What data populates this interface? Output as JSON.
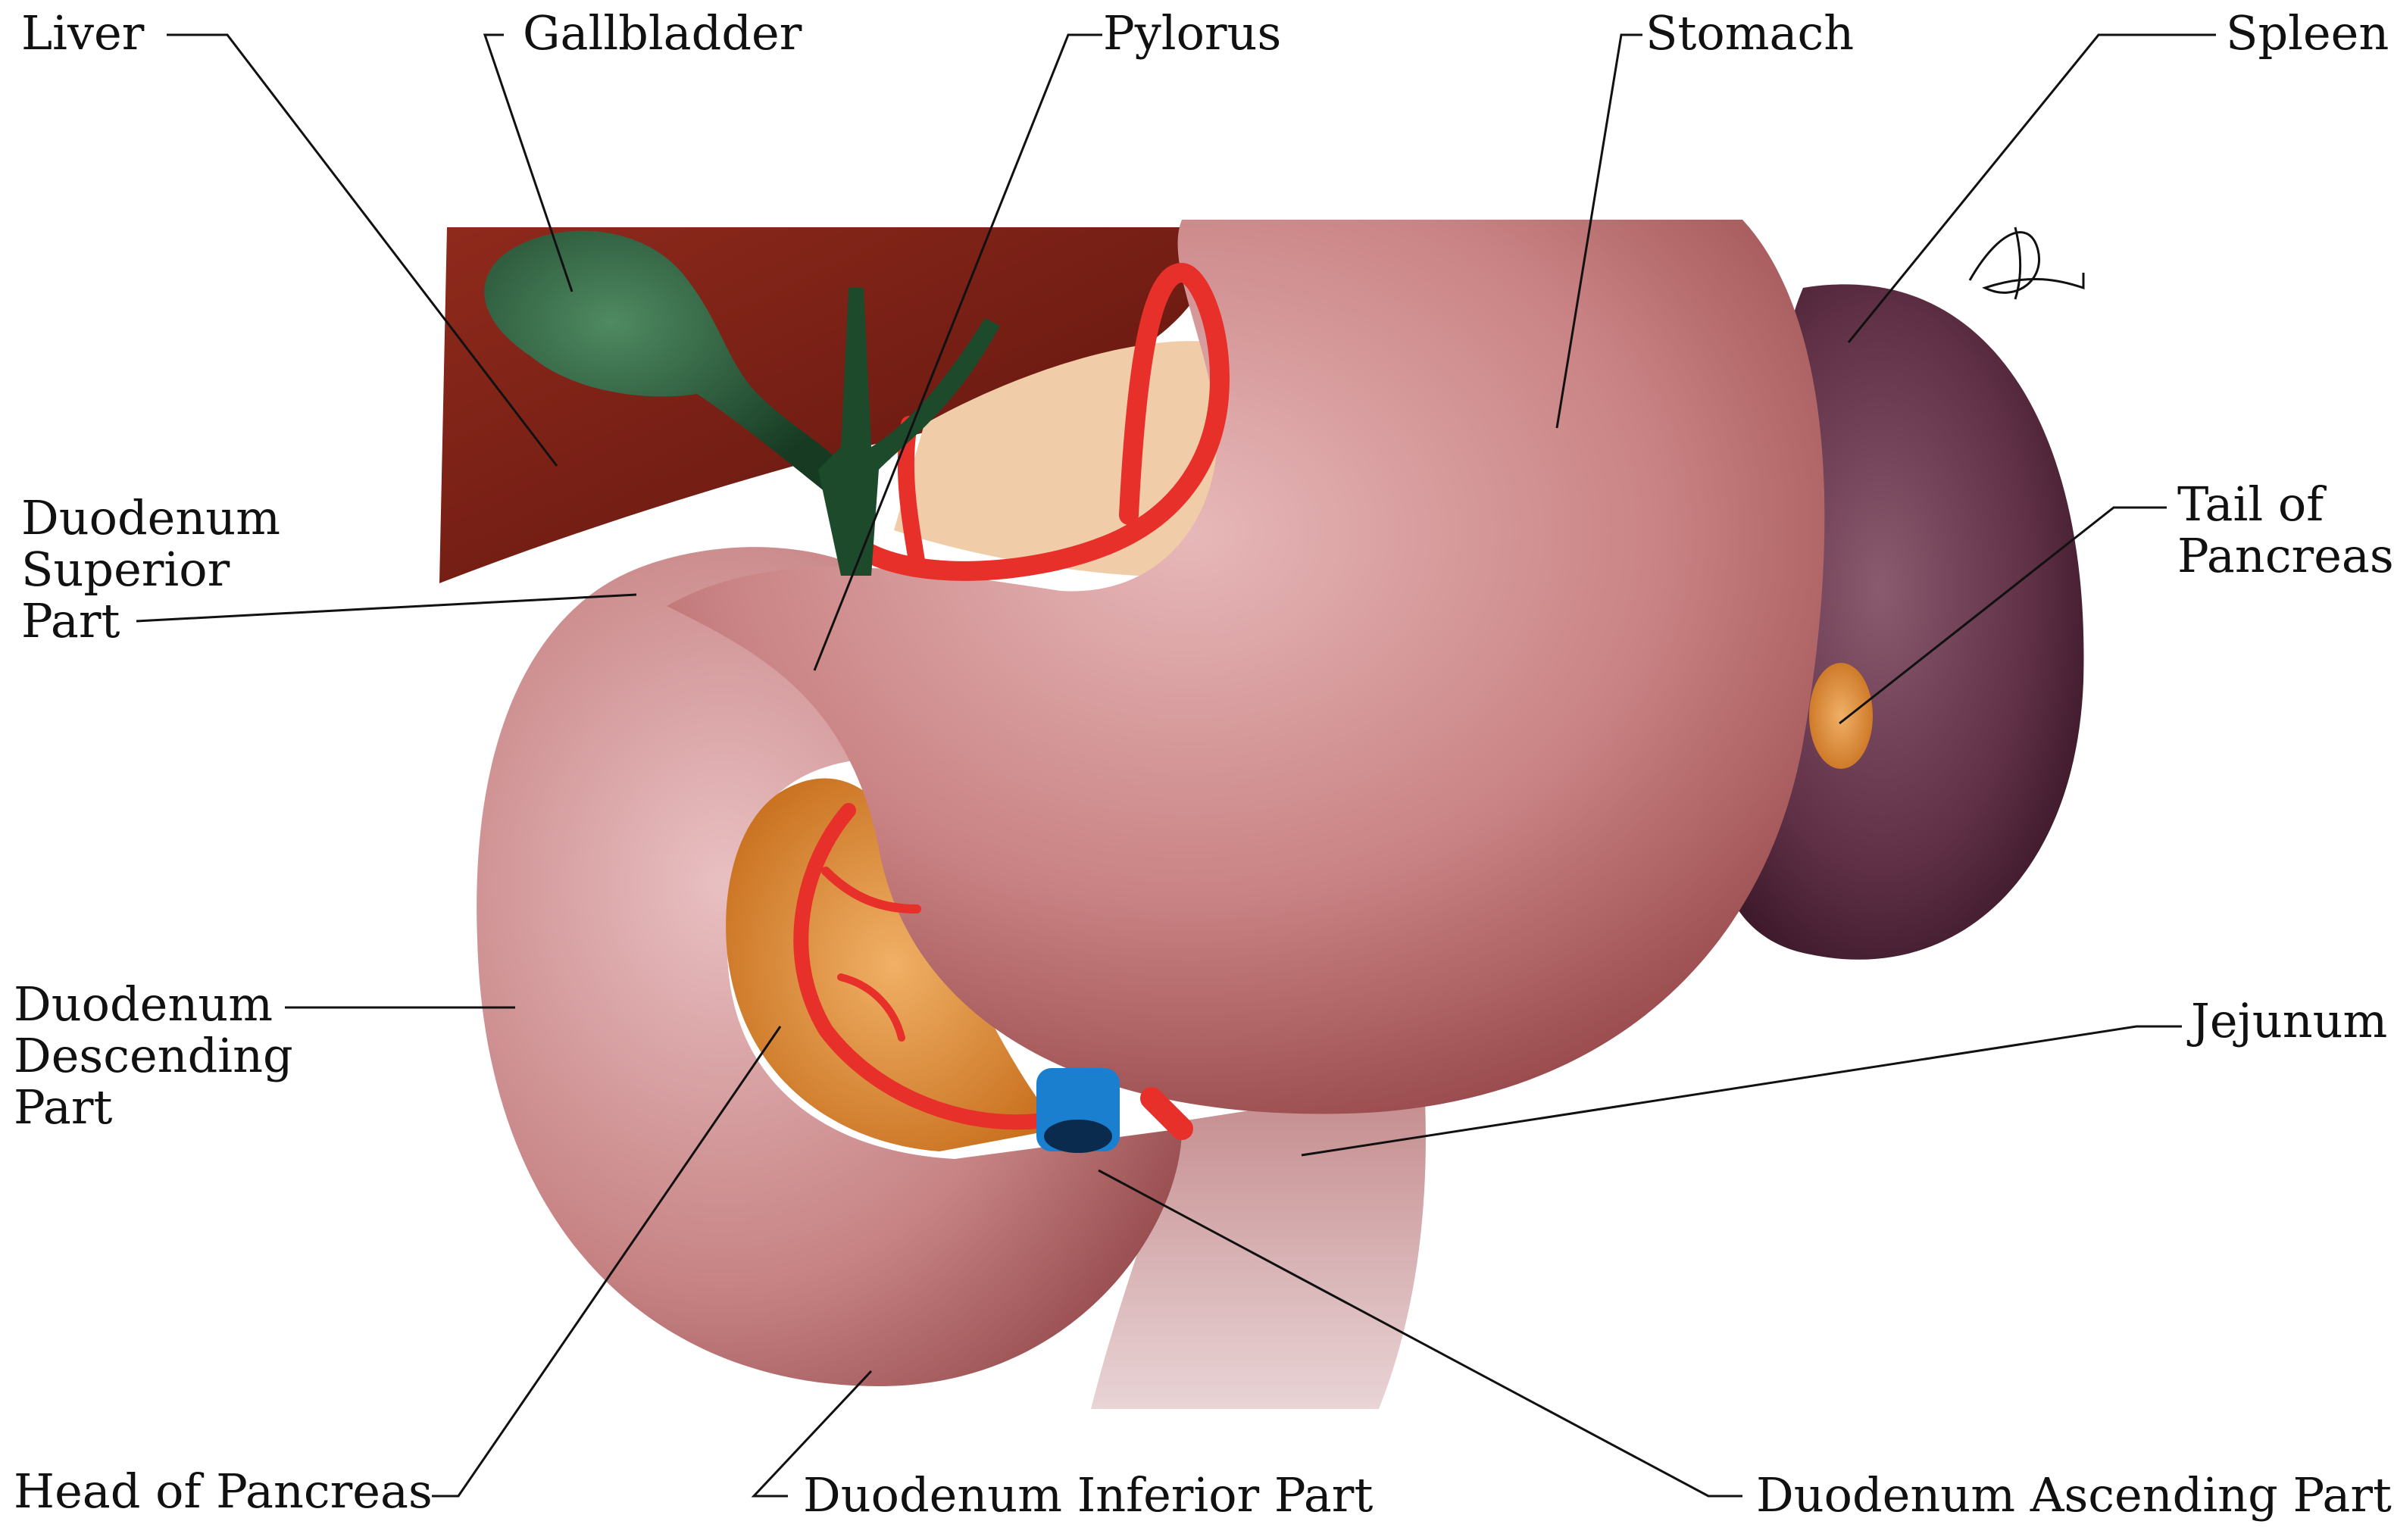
{
  "labels": {
    "liver": "Liver",
    "gallbladder": "Gallbladder",
    "pylorus": "Pylorus",
    "stomach": "Stomach",
    "spleen": "Spleen",
    "duodenum_superior": "Duodenum\nSuperior\nPart",
    "tail_of_pancreas": "Tail of\nPancreas",
    "duodenum_descending": "Duodenum\nDescending\nPart",
    "jejunum": "Jejunum",
    "head_of_pancreas": "Head of Pancreas",
    "duodenum_inferior": "Duodenum Inferior Part",
    "duodenum_ascending": "Duodenum Ascending Part"
  },
  "signature": "Marius Fur",
  "colors": {
    "liver": "#7a1d12",
    "gallbladder": "#1e4a2c",
    "stomach": "#c97f7f",
    "spleen": "#5a2b42",
    "pancreas": "#e0913f",
    "artery": "#e8302a",
    "vein": "#1b7fcf",
    "leader_line": "#111111"
  }
}
